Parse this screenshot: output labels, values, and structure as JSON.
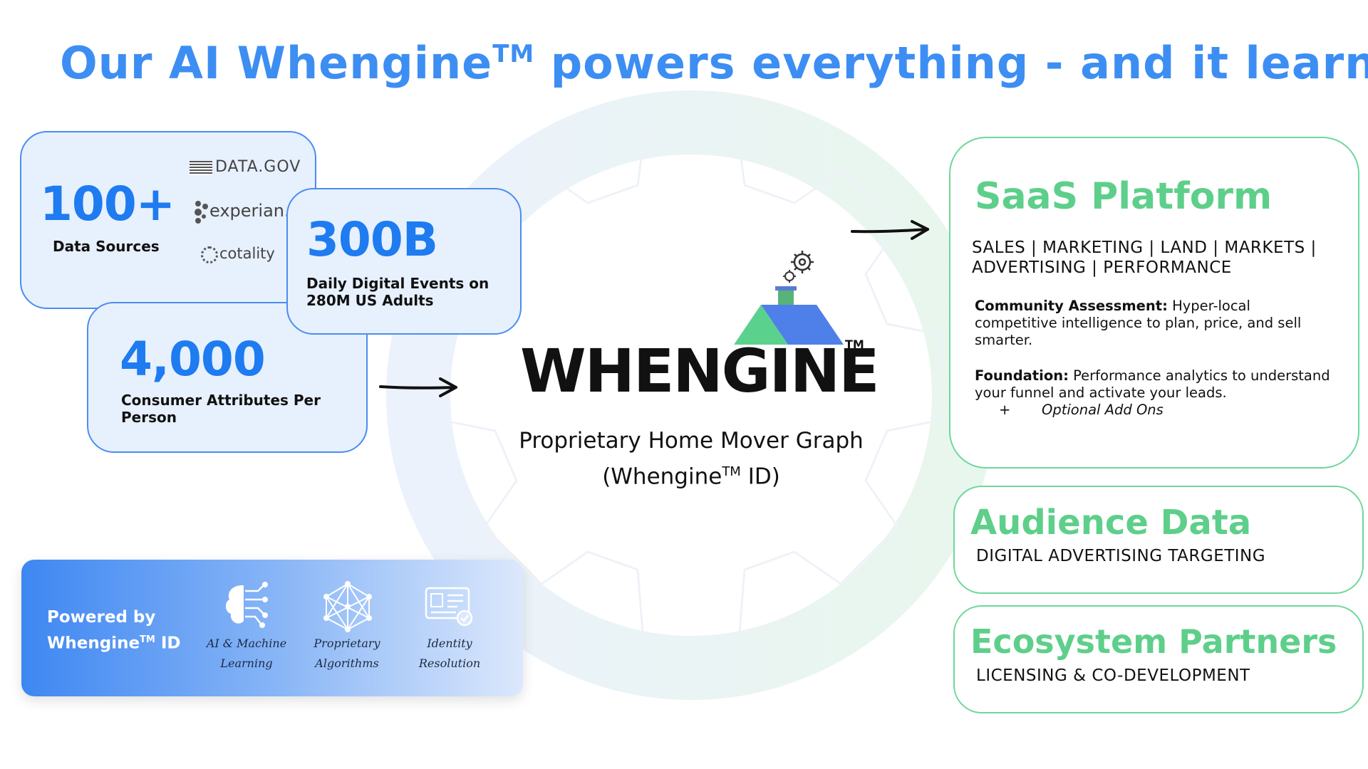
{
  "header": {
    "title_pre": "Our AI Whengine",
    "title_tm": "TM",
    "title_post": " powers everything - and it learns."
  },
  "stats": {
    "sources": {
      "value": "100+",
      "label": "Data Sources",
      "logos": [
        "DATA.GOV",
        "experian.",
        "cotality"
      ]
    },
    "events": {
      "value": "300B",
      "label": "Daily Digital Events on 280M US Adults"
    },
    "attributes": {
      "value": "4,000",
      "label": "Consumer Attributes Per Person"
    }
  },
  "center": {
    "logo_text": "WHENGINE",
    "logo_tm": "TM",
    "subtitle_line1": "Proprietary Home Mover Graph",
    "subtitle_pre": "(Whengine",
    "subtitle_tm": "TM",
    "subtitle_post": " ID)"
  },
  "powered": {
    "label_line1": "Powered by",
    "label_pre": "Whengine",
    "label_tm": "TM",
    "label_post": " ID",
    "items": [
      {
        "line1": "AI & Machine",
        "line2": "Learning",
        "icon": "brain-circuit-icon"
      },
      {
        "line1": "Proprietary",
        "line2": "Algorithms",
        "icon": "network-icon"
      },
      {
        "line1": "Identity",
        "line2": "Resolution",
        "icon": "id-card-icon"
      }
    ]
  },
  "products": {
    "saas": {
      "title": "SaaS Platform",
      "subtitle_line1": "SALES | MARKETING | LAND | MARKETS |",
      "subtitle_line2": "ADVERTISING | PERFORMANCE",
      "community_label": "Community Assessment:",
      "community_text": " Hyper-local competitive intelligence to plan, price, and sell smarter.",
      "foundation_label": "Foundation:",
      "foundation_text": " Performance analytics to understand your funnel and activate your leads.",
      "addon_bullet": "+",
      "addon_text": "Optional Add Ons"
    },
    "audience": {
      "title": "Audience Data",
      "subtitle": "DIGITAL ADVERTISING TARGETING"
    },
    "ecosystem": {
      "title": "Ecosystem Partners",
      "subtitle": "LICENSING & CO-DEVELOPMENT"
    }
  },
  "colors": {
    "blue": "#3d8ef3",
    "stat_blue": "#1e7bf0",
    "green": "#5ecf8a",
    "card_bg": "#e7f0fd"
  }
}
